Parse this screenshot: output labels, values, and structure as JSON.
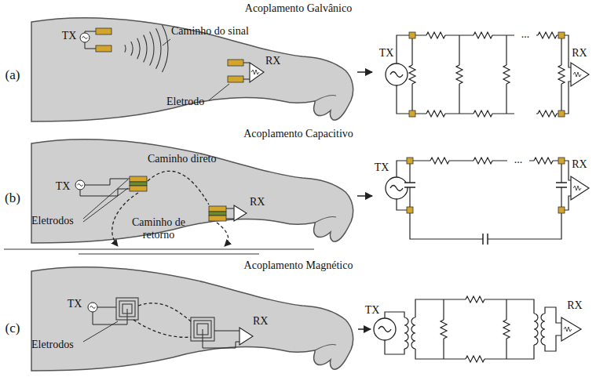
{
  "diagram": {
    "labels": [
      "Acoplamento Galvânico",
      "(a)",
      "TX",
      "Caminho do sinal",
      "RX",
      "Eletrodo",
      "TX",
      "RX",
      "...",
      "Acoplamento Capacitivo",
      "(b)",
      "TX",
      "Caminho direto",
      "RX",
      "Eletrodos",
      "Caminho de retorno",
      "TX",
      "RX",
      "...",
      "Acoplamento Magnético",
      "(c)",
      "TX",
      "RX",
      "Eletrodos",
      "TX",
      "RX"
    ]
  }
}
